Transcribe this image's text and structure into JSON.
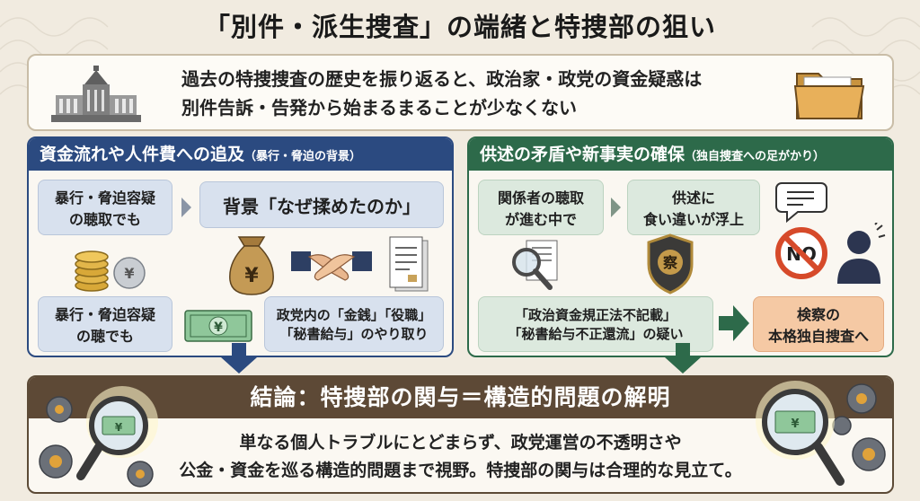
{
  "title": "「別件・派生捜査」の端緒と特捜部の狙い",
  "intro": {
    "line1": "過去の特捜捜査の歴史を振り返ると、政治家・政党の資金疑惑は",
    "line2": "別件告訴・告発から始まるまることが少なくない"
  },
  "left_panel": {
    "title": "資金流れや人件費への追及",
    "subtitle": "（暴行・脅迫の背景）",
    "box1": "暴行・脅迫容疑\nの聴取でも",
    "box2": "背景「なぜ揉めたのか」",
    "box3": "暴行・脅迫容疑\nの聴でも",
    "box4": "政党内の「金銭」「役職」\n「秘書給与」のやり取り"
  },
  "right_panel": {
    "title": "供述の矛盾や新事実の確保",
    "subtitle": "（独自捜査への足がかり）",
    "box1": "関係者の聴取\nが進む中で",
    "box2": "供述に\n食い違いが浮上",
    "box3": "「政治資金規正法不記載」\n「秘書給与不正還流」の疑い",
    "box4": "検察の\n本格独自捜査へ",
    "no_sign": "NO",
    "badge_char": "察"
  },
  "conclusion": {
    "title": "結論：特捜部の関与＝構造的問題の解明",
    "line1": "単なる個人トラブルにとどまらず、政党運営の不透明さや",
    "line2": "公金・資金を巡る構造的問題まで視野。特捜部の関与は合理的な見立て。"
  },
  "icons": {
    "yen": "¥",
    "list": [
      "parliament-building-icon",
      "folder-icon",
      "coins-icon",
      "money-bag-icon",
      "handshake-icon",
      "document-icon",
      "banknote-icon",
      "magnifier-document-icon",
      "police-badge-icon",
      "no-sign-icon",
      "speech-bubble-icon",
      "silhouette-icon",
      "gear-icon"
    ]
  },
  "colors": {
    "left_accent": "#2b4a80",
    "right_accent": "#2d6a4a",
    "conclusion_accent": "#5d4936",
    "highlight_box": "#f5c9a4"
  }
}
